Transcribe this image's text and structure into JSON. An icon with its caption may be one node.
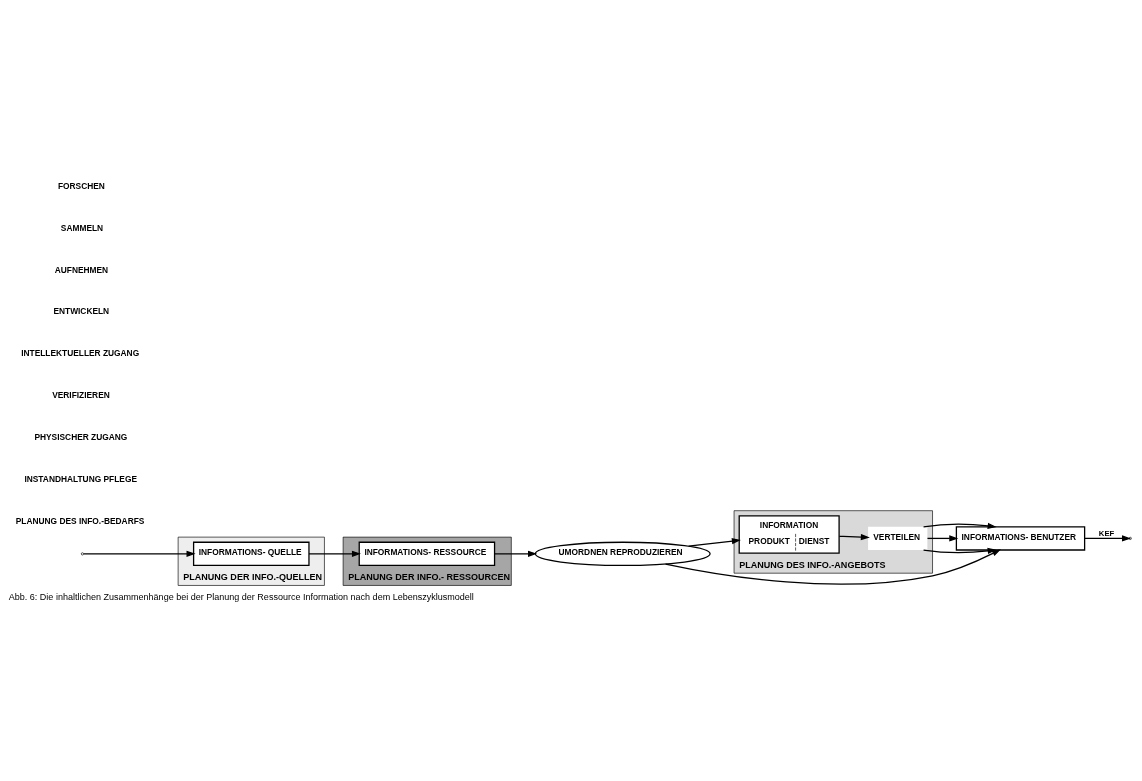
{
  "diagram": {
    "caption": "Abb. 6: Die inhaltlichen Zusammenhänge bei der Planung der Ressource Information nach dem Lebenszyklusmodell",
    "nodes": [
      {
        "text": [
          "INFORMATIONS- BENUTZER"
        ]
      },
      {
        "text": [
          "UMORDNEN REPRODUZIEREN"
        ]
      },
      {
        "text": [
          "PLANUNG DES INFO.-ANGEBOTS"
        ]
      },
      {
        "text": [
          "VERTEILEN"
        ],
        "in": 2
      },
      {
        "text": [
          "INFORMATION",
          "PRODUKT",
          "DIENST"
        ],
        "in": 2
      },
      {
        "text": [
          "PLANUNG DER INFO.- RESSOURCEN"
        ]
      },
      {
        "text": [
          "INFORMATIONS- RESSOURCE"
        ],
        "in": 5
      },
      {
        "text": [
          "PLANUNG DER INFO.-QUELLEN"
        ]
      },
      {
        "text": [
          "INFORMATIONS- QUELLE"
        ],
        "in": 7
      }
    ],
    "edges": [
      {
        "from": 0,
        "to": null,
        "arrow": "to",
        "label": "KEF"
      },
      {
        "from": 1,
        "to": 0,
        "arrow": "to"
      },
      {
        "from": 1,
        "to": 4,
        "arrow": "to"
      },
      {
        "from": 4,
        "to": 3,
        "arrow": "to"
      },
      {
        "from": 3,
        "to": 0,
        "arrow": "to"
      },
      {
        "from": 3,
        "to": 0,
        "arrow": "to"
      },
      {
        "from": 3,
        "to": 0,
        "arrow": "to"
      },
      {
        "from": 6,
        "to": 1,
        "arrow": "to"
      },
      {
        "from": 8,
        "to": 6,
        "arrow": "to"
      },
      {
        "from": null,
        "to": 8,
        "arrow": "to"
      }
    ],
    "labels": [
      "PLANUNG DES INFO.-BEDARFS",
      "INSTANDHALTUNG PFLEGE",
      "PHYSISCHER ZUGANG",
      "VERIFIZIEREN",
      "INTELLEKTUELLER ZUGANG",
      "ENTWICKELN",
      "AUFNEHMEN",
      "SAMMELN",
      "FORSCHEN"
    ]
  }
}
